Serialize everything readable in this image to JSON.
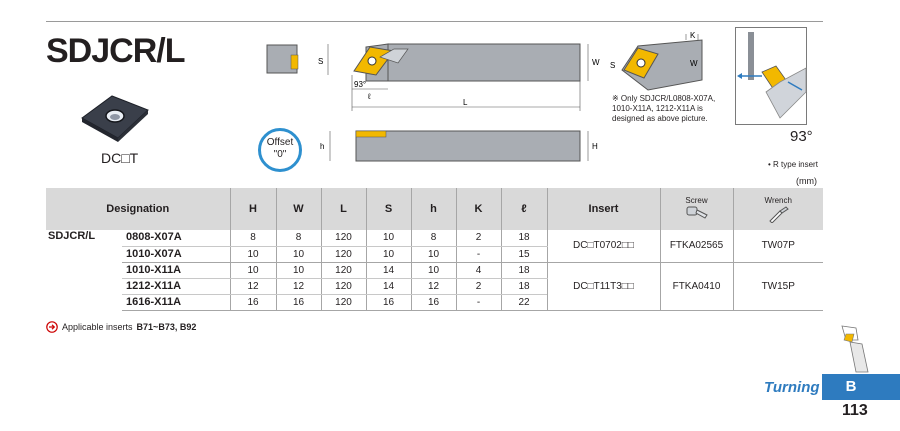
{
  "title": "SDJCR/L",
  "insert_type": "DC□T",
  "offset": {
    "line1": "Offset",
    "line2": "\"0\""
  },
  "drawing_labels": {
    "s": "S",
    "w": "W",
    "l": "L",
    "ell": "ℓ",
    "angle": "93°",
    "h": "h",
    "H": "H",
    "k": "K"
  },
  "note": "※ Only SDJCR/L0808-X07A, 1010-X11A, 1212-X11A is designed as above picture.",
  "approach_angle": "93°",
  "rtype_note": "• R type insert",
  "unit": "(mm)",
  "table": {
    "headers": {
      "designation": "Designation",
      "H": "H",
      "W": "W",
      "L": "L",
      "S": "S",
      "h": "h",
      "K": "K",
      "ell": "ℓ",
      "insert": "Insert",
      "screw": "Screw",
      "wrench": "Wrench"
    },
    "series": "SDJCR/L",
    "rows": [
      {
        "model": "0808-X07A",
        "H": "8",
        "W": "8",
        "L": "120",
        "S": "10",
        "h": "8",
        "K": "2",
        "ell": "18"
      },
      {
        "model": "1010-X07A",
        "H": "10",
        "W": "10",
        "L": "120",
        "S": "10",
        "h": "10",
        "K": "-",
        "ell": "15"
      },
      {
        "model": "1010-X11A",
        "H": "10",
        "W": "10",
        "L": "120",
        "S": "14",
        "h": "10",
        "K": "4",
        "ell": "18"
      },
      {
        "model": "1212-X11A",
        "H": "12",
        "W": "12",
        "L": "120",
        "S": "14",
        "h": "12",
        "K": "2",
        "ell": "18"
      },
      {
        "model": "1616-X11A",
        "H": "16",
        "W": "16",
        "L": "120",
        "S": "16",
        "h": "16",
        "K": "-",
        "ell": "22"
      }
    ],
    "groups": [
      {
        "insert": "DC□T0702□□",
        "screw": "FTKA02565",
        "wrench": "TW07P"
      },
      {
        "insert": "DC□T11T3□□",
        "screw": "FTKA0410",
        "wrench": "TW15P"
      }
    ]
  },
  "applicable": {
    "label": "Applicable inserts",
    "value": "B71~B73, B92"
  },
  "section": "Turning",
  "tab_letter": "B",
  "page_number": "113",
  "colors": {
    "accent": "#2e7bbf",
    "insert_gold": "#f2b800",
    "header_gray": "#d9d9d9"
  }
}
